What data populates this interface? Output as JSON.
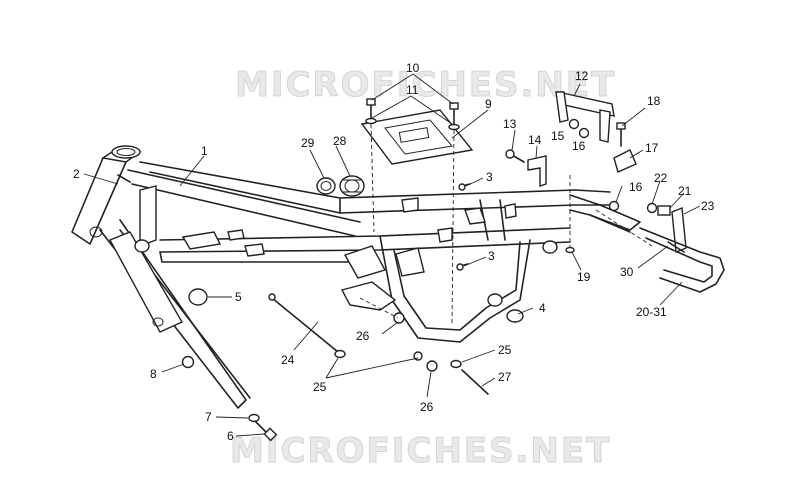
{
  "watermark": {
    "top": "MICROFICHES.NET",
    "bottom": "MICROFICHES.NET"
  },
  "callouts": {
    "c1": "1",
    "c2": "2",
    "c3a": "3",
    "c3b": "3",
    "c4": "4",
    "c5": "5",
    "c6": "6",
    "c7": "7",
    "c8": "8",
    "c9": "9",
    "c10": "10",
    "c11": "11",
    "c12": "12",
    "c13": "13",
    "c14": "14",
    "c15": "15",
    "c16a": "16",
    "c16b": "16",
    "c17": "17",
    "c18": "18",
    "c19": "19",
    "c20_31": "20-31",
    "c21": "21",
    "c22": "22",
    "c23": "23",
    "c24": "24",
    "c25a": "25",
    "c25b": "25",
    "c26a": "26",
    "c26b": "26",
    "c27": "27",
    "c28": "28",
    "c29": "29",
    "c30": "30"
  }
}
